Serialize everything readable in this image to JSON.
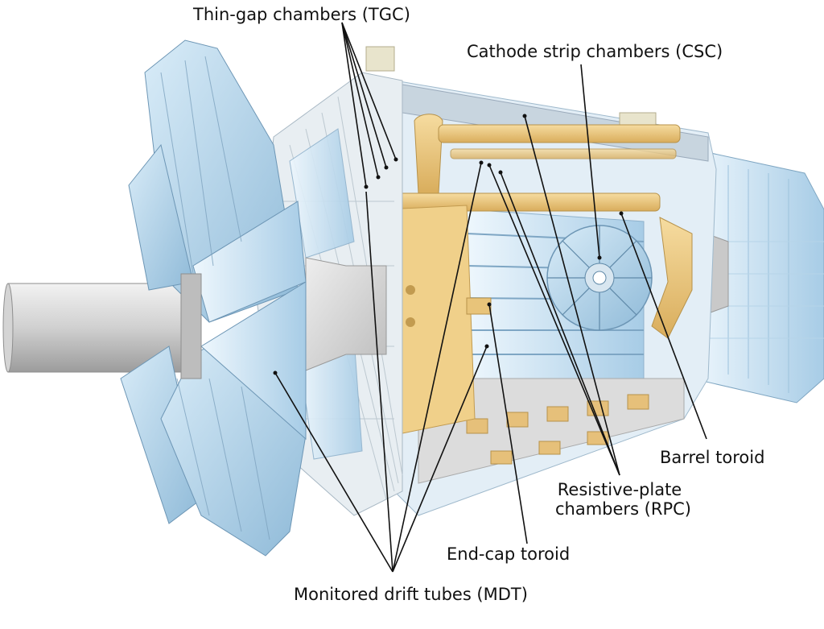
{
  "labels": {
    "tgc": "Thin-gap chambers (TGC)",
    "csc": "Cathode strip chambers (CSC)",
    "barrel_toroid": "Barrel toroid",
    "rpc_line1": "Resistive-plate",
    "rpc_line2": "chambers (RPC)",
    "endcap_toroid": "End-cap toroid",
    "mdt": "Monitored drift tubes (MDT)"
  },
  "colors": {
    "panel_blue": "#a9cde6",
    "panel_light": "#d6e9f5",
    "toroid_gold": "#e8c47a",
    "structure_gray": "#c8c8c8",
    "leader_line": "#111111"
  }
}
